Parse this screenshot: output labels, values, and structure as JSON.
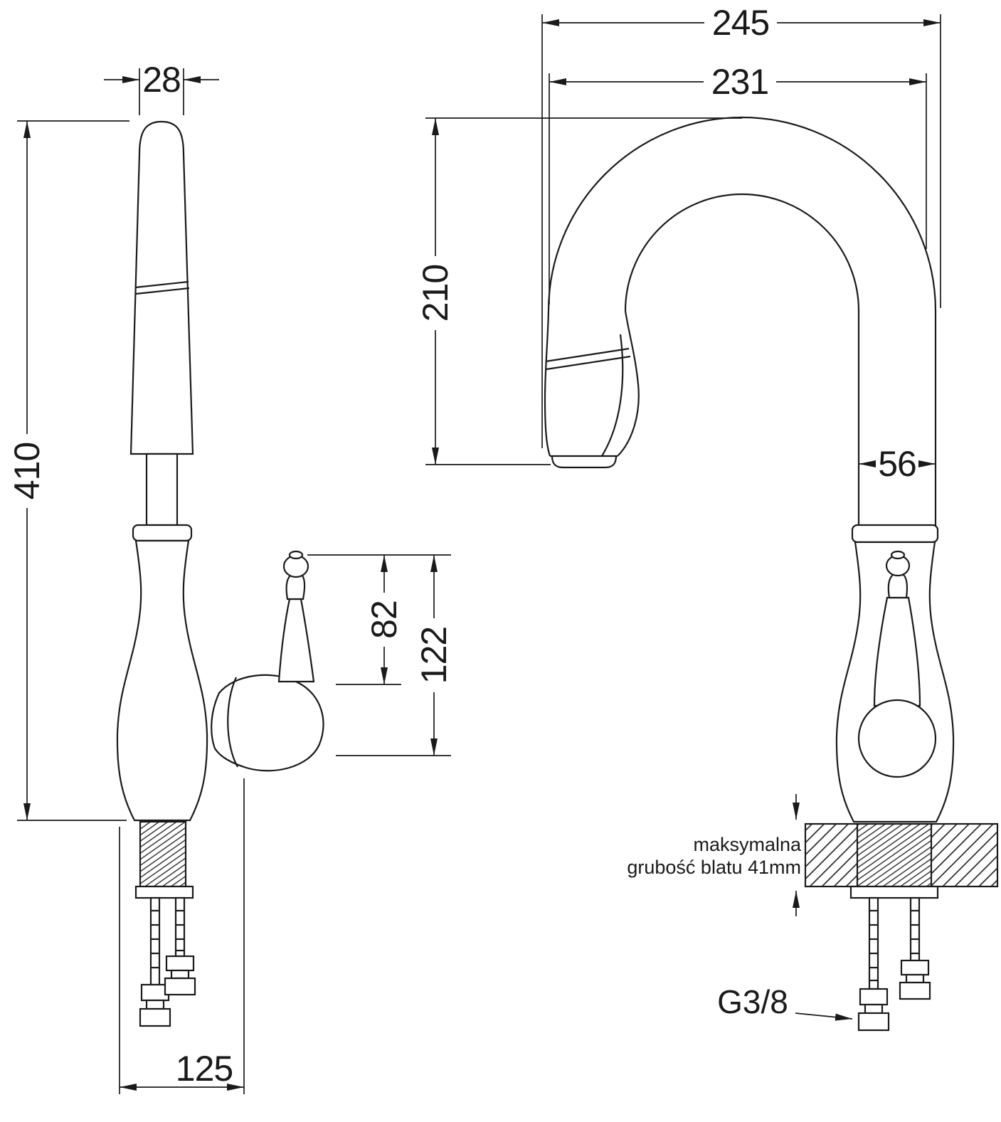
{
  "diagram": {
    "colors": {
      "line": "#1a1a1a",
      "background": "#ffffff"
    },
    "front_view": {
      "dim_spout_width": "28",
      "dim_total_height": "410",
      "dim_lever_top": "82",
      "dim_lever_bottom": "122",
      "dim_base_width": "125"
    },
    "side_view": {
      "dim_overall_width": "245",
      "dim_spout_reach": "231",
      "dim_spout_height": "210",
      "dim_column_width": "56",
      "note_line1": "maksymalna",
      "note_line2": "grubość blatu 41mm",
      "thread_label": "G3/8"
    }
  }
}
